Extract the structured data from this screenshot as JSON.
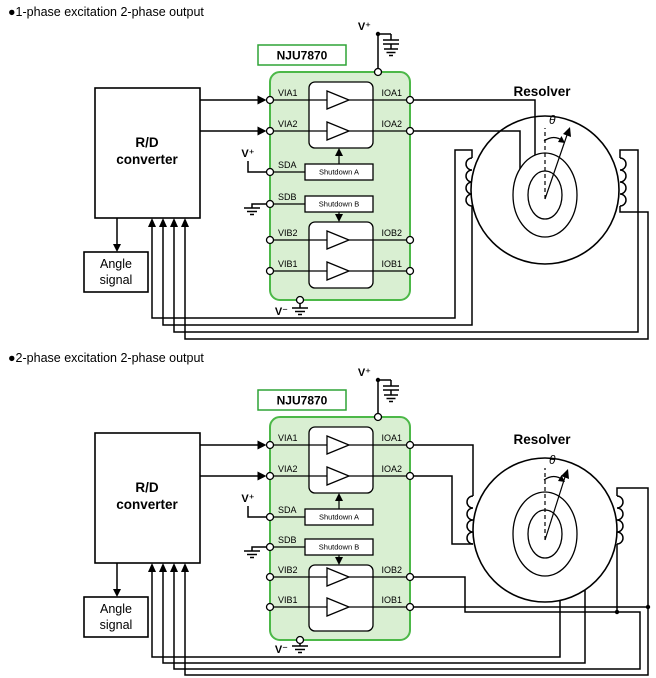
{
  "colors": {
    "chip_fill": "#d9efd2",
    "chip_border": "#4cb848",
    "chip_label_border": "#2fa436",
    "wire": "#000000"
  },
  "diagrams": [
    {
      "title": "●1-phase excitation 2-phase output",
      "chip": {
        "name": "NJU7870",
        "pins": {
          "via1": "VIA1",
          "via2": "VIA2",
          "sda": "SDA",
          "sdb": "SDB",
          "vib2": "VIB2",
          "vib1": "VIB1",
          "ioa1": "IOA1",
          "ioa2": "IOA2",
          "iob2": "IOB2",
          "iob1": "IOB1"
        },
        "shutdown_a": "Shutdown A",
        "shutdown_b": "Shutdown B"
      },
      "supply": {
        "vplus": "V⁺",
        "vminus": "V⁻",
        "sda_vplus": "V⁺"
      },
      "rd_converter": {
        "line1": "R/D",
        "line2": "converter"
      },
      "angle_signal": {
        "line1": "Angle",
        "line2": "signal"
      },
      "resolver": {
        "label": "Resolver",
        "theta": "θ"
      }
    },
    {
      "title": "●2-phase excitation 2-phase output",
      "chip": {
        "name": "NJU7870",
        "pins": {
          "via1": "VIA1",
          "via2": "VIA2",
          "sda": "SDA",
          "sdb": "SDB",
          "vib2": "VIB2",
          "vib1": "VIB1",
          "ioa1": "IOA1",
          "ioa2": "IOA2",
          "iob2": "IOB2",
          "iob1": "IOB1"
        },
        "shutdown_a": "Shutdown A",
        "shutdown_b": "Shutdown B"
      },
      "supply": {
        "vplus": "V⁺",
        "vminus": "V⁻",
        "sda_vplus": "V⁺"
      },
      "rd_converter": {
        "line1": "R/D",
        "line2": "converter"
      },
      "angle_signal": {
        "line1": "Angle",
        "line2": "signal"
      },
      "resolver": {
        "label": "Resolver",
        "theta": "θ"
      }
    }
  ]
}
